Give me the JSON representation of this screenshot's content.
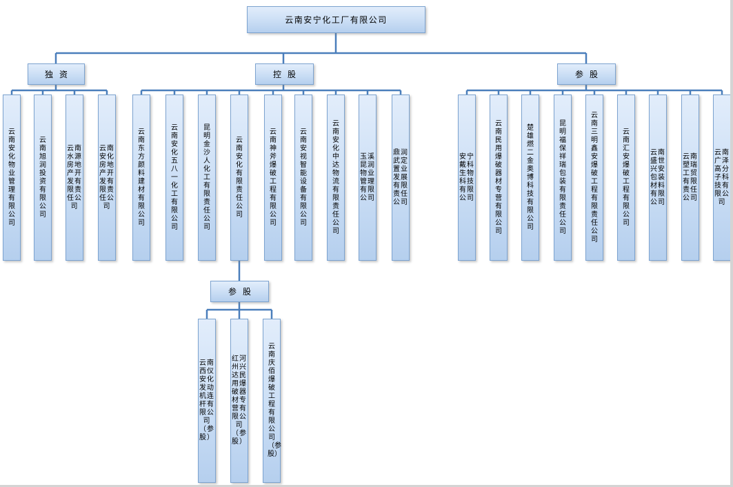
{
  "root": {
    "name": "云南安宁化工厂有限公司"
  },
  "colors": {
    "connector": "#4a7ebb",
    "box_border": "#7ba2cf",
    "box_fill_top": "#e2edfb",
    "box_fill_bottom": "#b5cfee"
  },
  "branches": [
    {
      "label": "独资",
      "children": [
        {
          "name": "云南安化物业管理有限公司"
        },
        {
          "name": "云南旭润投资有限公司"
        },
        {
          "name": "云南水源房地产开发有限责任公司"
        },
        {
          "name": "云南安化房地产开发有限责任公司"
        }
      ]
    },
    {
      "label": "控股",
      "children": [
        {
          "name": "云南东方颜料建材有限公司"
        },
        {
          "name": "云南安化五八一化工有限公司"
        },
        {
          "name": "昆明金沙人化工有限责任公司"
        },
        {
          "name": "云南安化有限责任公司",
          "sub": {
            "label": "参股",
            "children": [
              {
                "name": "云南西仪安化发动机连杆有限公司（参股）"
              },
              {
                "name": "红河州兴达民用爆破器材专营有限公司（参股）"
              },
              {
                "name": "云南庆佰爆破工程有限公司（参股）"
              }
            ]
          }
        },
        {
          "name": "云南神斧爆破工程有限公司"
        },
        {
          "name": "云南安视智能设备有限公司"
        },
        {
          "name": "云南安化中达物流有限责任公司"
        },
        {
          "name": "玉溪昆润物业管理有限公司"
        },
        {
          "name": "鼎润武定置业发展有限责任公司"
        }
      ]
    },
    {
      "label": "参股",
      "children": [
        {
          "name": "安宁戴科生物科技有限公司"
        },
        {
          "name": "云南民用爆破器材专营有限公司"
        },
        {
          "name": "楚雄燃二金奥博科技有限公司"
        },
        {
          "name": "昆明福保祥瑞包装有限责任公司"
        },
        {
          "name": "云南三明鑫安爆破工程有限责任公司"
        },
        {
          "name": "云南汇安爆破工程有限公司"
        },
        {
          "name": "云南盛世兴安包装材料有限公司"
        },
        {
          "name": "云南塑瑞工贸有限责任公司"
        },
        {
          "name": "云南广泽高分子科技有限公司"
        }
      ]
    }
  ]
}
